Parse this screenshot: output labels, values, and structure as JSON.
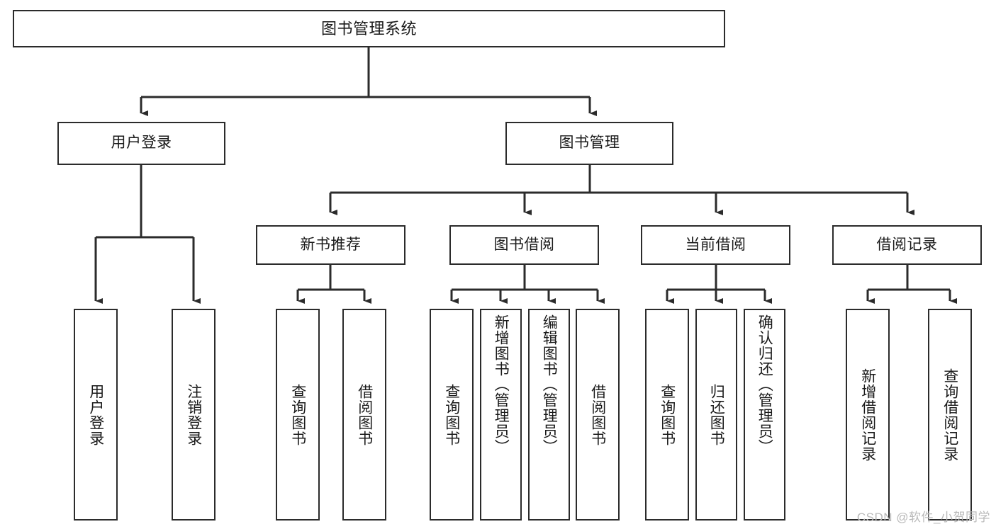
{
  "diagram": {
    "type": "tree",
    "title": "图书管理系统",
    "watermark": "CSDN @软件_小贺同学",
    "colors": {
      "stroke": "#2b2b2b",
      "fill": "#ffffff",
      "text": "#1a1a1a",
      "watermark": "#b9b9b9"
    },
    "root": {
      "label": "图书管理系统"
    },
    "level2": [
      {
        "id": "user-login",
        "label": "用户登录"
      },
      {
        "id": "book-manage",
        "label": "图书管理"
      }
    ],
    "level3": [
      {
        "id": "new-book-recommend",
        "label": "新书推荐",
        "parent": "book-manage"
      },
      {
        "id": "book-borrow",
        "label": "图书借阅",
        "parent": "book-manage"
      },
      {
        "id": "current-borrow",
        "label": "当前借阅",
        "parent": "book-manage"
      },
      {
        "id": "borrow-record",
        "label": "借阅记录",
        "parent": "book-manage"
      }
    ],
    "leaves": [
      {
        "id": "leaf-user-login",
        "label": "用户登录",
        "parent": "user-login"
      },
      {
        "id": "leaf-user-logout",
        "label": "注销登录",
        "parent": "user-login"
      },
      {
        "id": "leaf-query-book-1",
        "label": "查询图书",
        "parent": "new-book-recommend"
      },
      {
        "id": "leaf-borrow-book-1",
        "label": "借阅图书",
        "parent": "new-book-recommend"
      },
      {
        "id": "leaf-query-book-2",
        "label": "查询图书",
        "parent": "book-borrow"
      },
      {
        "id": "leaf-add-book",
        "label": "新增图书（管理员）",
        "parent": "book-borrow"
      },
      {
        "id": "leaf-edit-book",
        "label": "编辑图书（管理员）",
        "parent": "book-borrow"
      },
      {
        "id": "leaf-borrow-book-2",
        "label": "借阅图书",
        "parent": "book-borrow"
      },
      {
        "id": "leaf-query-book-3",
        "label": "查询图书",
        "parent": "current-borrow"
      },
      {
        "id": "leaf-return-book",
        "label": "归还图书",
        "parent": "current-borrow"
      },
      {
        "id": "leaf-confirm-return",
        "label": "确认归还（管理员）",
        "parent": "current-borrow"
      },
      {
        "id": "leaf-add-record",
        "label": "新增借阅记录",
        "parent": "borrow-record"
      },
      {
        "id": "leaf-query-record",
        "label": "查询借阅记录",
        "parent": "borrow-record"
      }
    ]
  }
}
